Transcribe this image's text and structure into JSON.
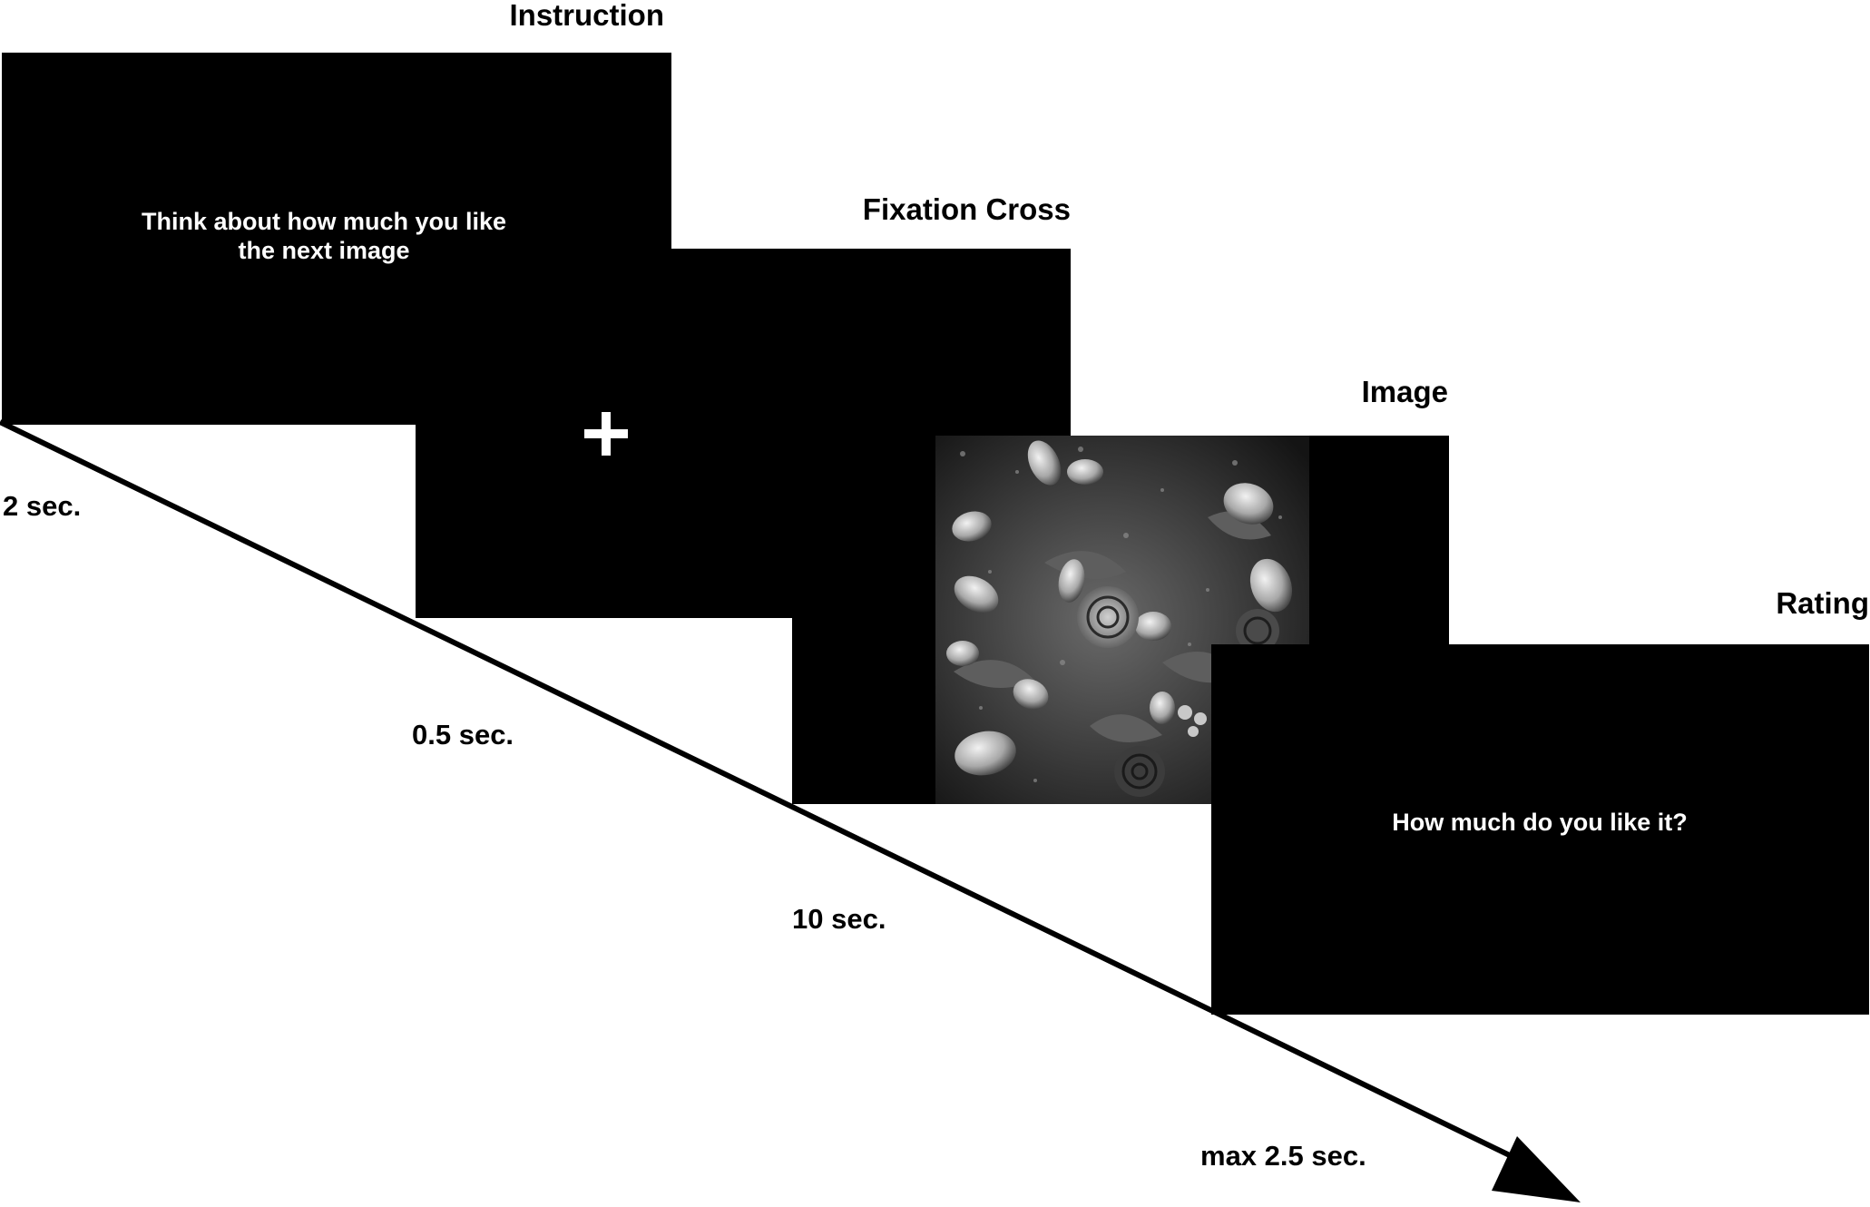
{
  "stages": [
    {
      "title": "Instruction",
      "text": "Think about how much you like the next image",
      "duration": "2 sec."
    },
    {
      "title": "Fixation Cross",
      "symbol": "+",
      "duration": "0.5 sec."
    },
    {
      "title": "Image",
      "stimulus": "flowers-photo",
      "duration": "10 sec."
    },
    {
      "title": "Rating",
      "text": "How much do you like it?",
      "duration": "max 2.5 sec."
    }
  ],
  "colors": {
    "screen": "#000000",
    "screen_text": "#ffffff",
    "background": "#ffffff",
    "arrow": "#000000"
  }
}
